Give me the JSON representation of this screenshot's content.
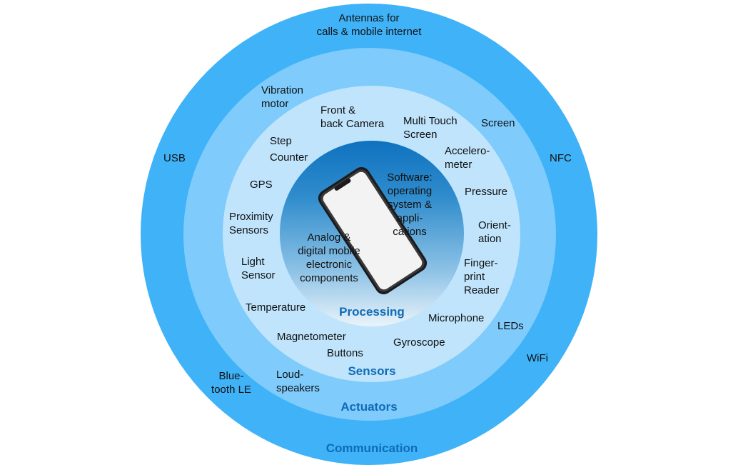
{
  "colors": {
    "communication_ring": "#3fb2f8",
    "actuators_ring": "#7ecbfc",
    "sensors_ring": "#bfe4fc",
    "ring_title_text": "#0f6cb6"
  },
  "rings": {
    "communication": {
      "title": "Communication",
      "items": [
        "Antennas for\ncalls & mobile internet",
        "USB",
        "NFC",
        "WiFi",
        "Blue-\ntooth LE"
      ]
    },
    "actuators": {
      "title": "Actuators",
      "items": [
        "Vibration\nmotor",
        "Screen",
        "LEDs",
        "Loud-\nspeakers"
      ]
    },
    "sensors": {
      "title": "Sensors",
      "items": [
        "Front &\nback Camera",
        "Multi Touch\nScreen",
        "Step\nCounter",
        "Accelero-\nmeter",
        "GPS",
        "Pressure",
        "Proximity\nSensors",
        "Orient-\nation",
        "Light\nSensor",
        "Finger-\nprint\nReader",
        "Temperature",
        "Microphone",
        "Magnetometer",
        "Gyroscope",
        "Buttons"
      ]
    },
    "processing": {
      "title": "Processing",
      "items": [
        "Software:\noperating\nsystem &\nappli-\ncations",
        "Analog &\ndigital mobile\nelectronic\ncomponents"
      ]
    }
  },
  "icons": {
    "device": "smartphone-icon"
  }
}
